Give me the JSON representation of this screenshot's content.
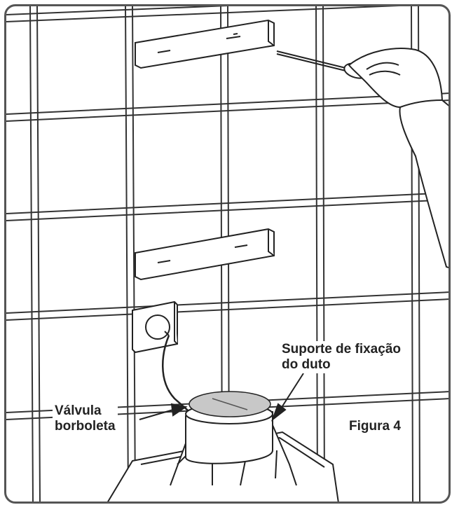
{
  "labels": {
    "support_line1": "Suporte de fixação",
    "support_line2": "do duto",
    "valve_line1": "Válvula",
    "valve_line2": "borboleta",
    "figure": "Figura 4"
  },
  "colors": {
    "line": "#222222",
    "grout": "#333333",
    "valve_fill": "#c8c8c8",
    "frame": "#555555"
  },
  "icons": [
    "bracket-top",
    "bracket-bottom",
    "electrical-outlet",
    "power-cord",
    "screwdriver",
    "hand",
    "duct-collar",
    "butterfly-valve",
    "hood-body",
    "pointer-arrow"
  ]
}
